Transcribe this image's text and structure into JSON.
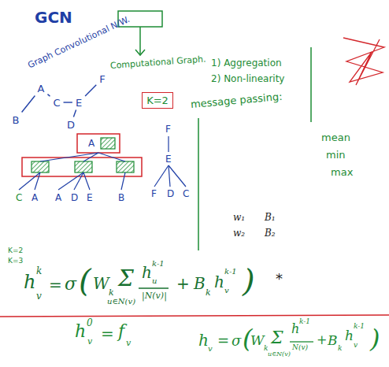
{
  "diagram": {
    "title": "GCN",
    "nodes": [
      {
        "text": [
          "A"
        ]
      },
      {
        "text": [
          "C"
        ]
      },
      {
        "text": [
          "E"
        ]
      },
      {
        "text": [
          "B"
        ]
      },
      {
        "text": [
          "D"
        ]
      },
      {
        "text": [
          "F"
        ]
      },
      {
        "text": [
          "K=2"
        ]
      }
    ],
    "edges": [
      {
        "from": 3,
        "to": 0,
        "arrow": "none"
      },
      {
        "from": 0,
        "to": 1,
        "arrow": "none"
      },
      {
        "from": 1,
        "to": 2,
        "arrow": "none"
      },
      {
        "from": 2,
        "to": 5,
        "arrow": "none"
      },
      {
        "from": 2,
        "to": 4,
        "arrow": "none"
      }
    ],
    "labels": [
      "Graph Convolutional N/W.",
      "Computational Graph.",
      "1) Aggregation",
      "2) Non-linearity",
      "message passing:",
      "A",
      "C",
      "A",
      "A",
      "D",
      "E",
      "B",
      "F",
      "E",
      "F",
      "D",
      "C",
      "mean",
      "min",
      "max",
      "w₁",
      "B₁",
      "w₂",
      "B₂",
      "K=2",
      "K=3",
      "h",
      "k",
      "v",
      "=",
      "σ",
      "(",
      "W",
      "k",
      "Σ",
      "u∈N(v)",
      "h",
      "k-1",
      "u",
      "|N(v)|",
      "+",
      "B",
      "k",
      "h",
      "k-1",
      "v",
      ")",
      "*",
      "h",
      "0",
      "v",
      "=",
      "f",
      "v",
      "h",
      "v",
      "=",
      "σ",
      "(",
      "W",
      "k",
      "Σ",
      "u∈N(v)",
      "h",
      "k-1",
      "N(v)",
      "+",
      "B",
      "k",
      "h",
      "k-1",
      "v",
      ")"
    ]
  }
}
